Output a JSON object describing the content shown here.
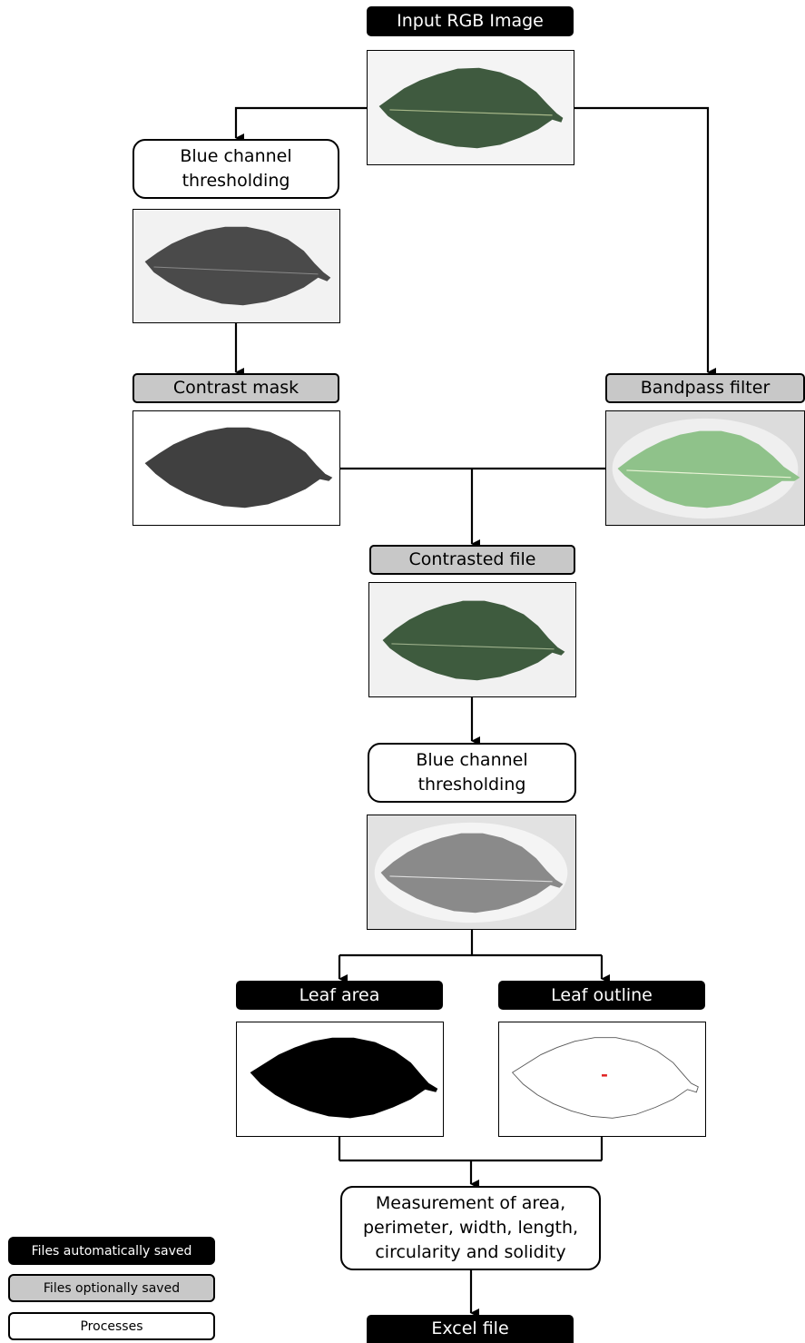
{
  "nodes": {
    "input": "Input RGB Image",
    "blue_threshold_1": [
      "Blue channel",
      "thresholding"
    ],
    "contrast_mask": "Contrast mask",
    "bandpass": "Bandpass filter",
    "contrasted": "Contrasted file",
    "blue_threshold_2": [
      "Blue channel",
      "thresholding"
    ],
    "leaf_area": "Leaf area",
    "leaf_outline": "Leaf outline",
    "measurement": [
      "Measurement of area,",
      "perimeter, width, length,",
      "circularity and solidity"
    ],
    "excel": "Excel file"
  },
  "legend": {
    "auto": "Files automatically saved",
    "optional": "Files optionally saved",
    "processes": "Processes"
  },
  "colors": {
    "auto_fill": "#000000",
    "optional_fill": "#c8c8c8",
    "process_fill": "#ffffff",
    "leaf_green": "#3f5a3f",
    "leaf_gray": "#4a4a4a",
    "leaf_light": "#8fc28a",
    "outline_red": "#e02020"
  }
}
